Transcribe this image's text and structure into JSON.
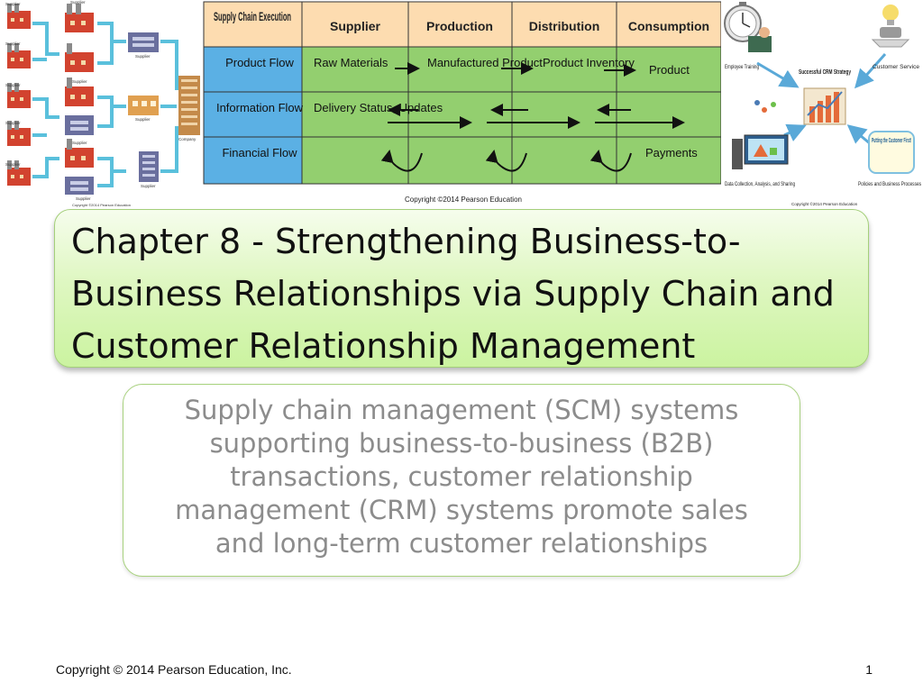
{
  "images": {
    "supplier_network": {
      "node_label": "Supplier",
      "company_label": "Company",
      "copyright": "Copyright ©2014 Pearson Education"
    },
    "supply_chain_table": {
      "header_row": [
        "Supply Chain Execution",
        "Supplier",
        "Production",
        "Distribution",
        "Consumption"
      ],
      "product_flow": {
        "label": "Product Flow",
        "cells": [
          "Raw Materials",
          "Manufactured Product",
          "Product Inventory",
          "Product"
        ]
      },
      "information_flow": {
        "label": "Information Flow",
        "cells": [
          "Delivery Status, Updates"
        ]
      },
      "financial_flow": {
        "label": "Financial Flow",
        "cells": [
          "Payments"
        ]
      },
      "copyright": "Copyright ©2014 Pearson Education",
      "colors": {
        "header": "#fddcb0",
        "row_label": "#5bb0e4",
        "body": "#93cf6f"
      }
    },
    "crm_diagram": {
      "center": "Successful CRM Strategy",
      "nodes": [
        "Employee Training",
        "Customer Service",
        "Data Collection, Analysis, and Sharing",
        "Putting the Customer First!",
        "Policies and Business Processes"
      ],
      "copyright": "Copyright ©2014 Pearson Education"
    }
  },
  "title": "Chapter 8 - Strengthening Business-to-Business Relationships via Supply Chain and Customer Relationship Management",
  "title_lines": [
    "Chapter 8 - Strengthening Business-to-",
    "Business Relationships via Supply Chain and",
    "Customer Relationship Management"
  ],
  "subtitle": "Supply chain management (SCM) systems supporting business-to-business (B2B) transactions, customer relationship management (CRM) systems promote sales and long-term customer relationships",
  "subtitle_lines": [
    "Supply chain management (SCM) systems",
    "supporting business-to-business (B2B)",
    "transactions, customer relationship",
    "management (CRM) systems promote sales",
    "and long-term customer relationships"
  ],
  "footer": {
    "copyright": "Copyright © 2014 Pearson Education, Inc.",
    "slide_number": "1"
  },
  "colors": {
    "title_fill": "#d6f5b4",
    "title_border": "#a4cf7a",
    "subtitle_text": "#8c8c8c"
  }
}
